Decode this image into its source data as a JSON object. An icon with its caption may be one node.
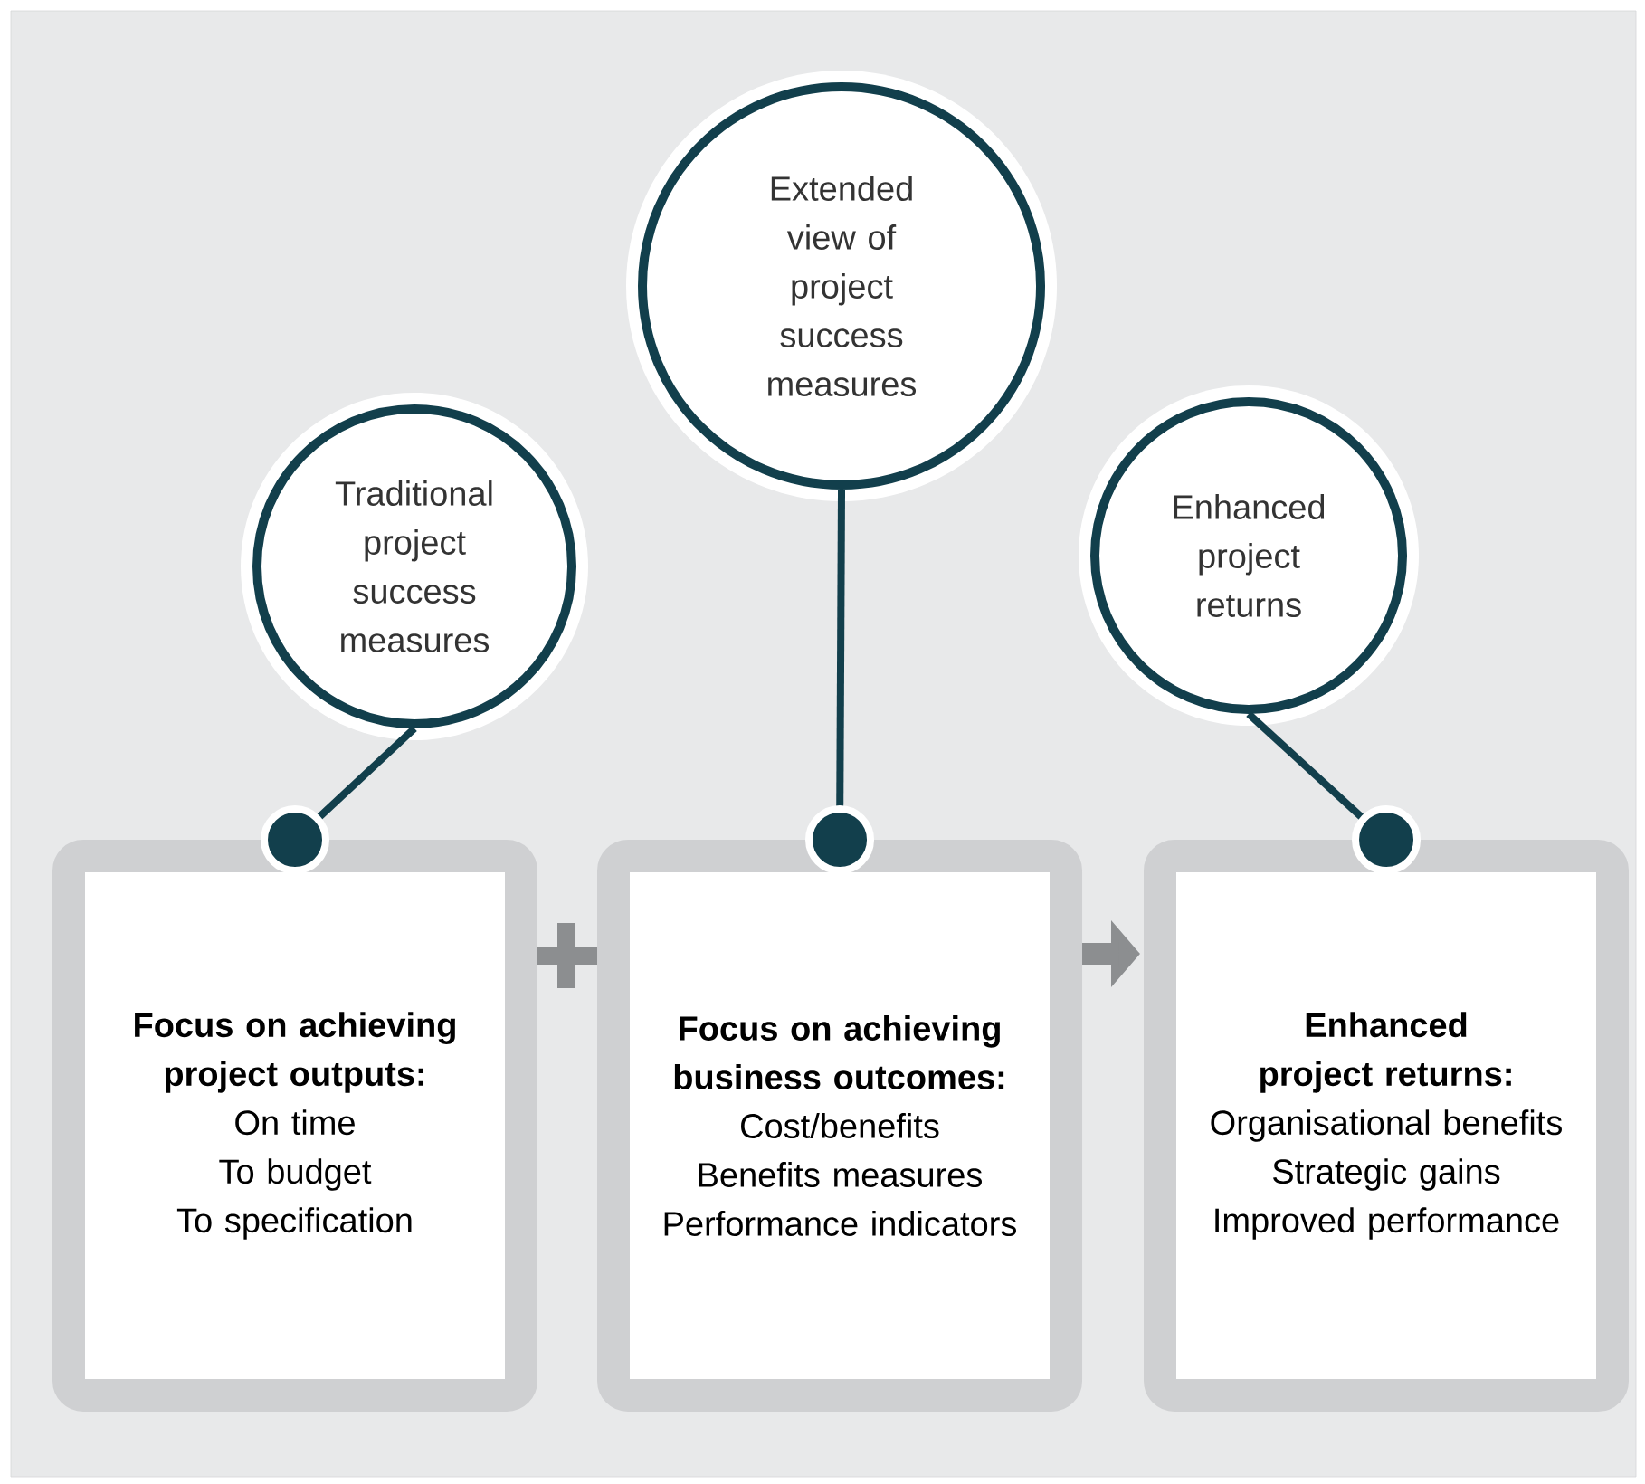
{
  "diagram": {
    "nodes": [
      {
        "text": [
          "Traditional project success measures"
        ]
      },
      {
        "text": [
          "Extended view of project success measures"
        ]
      },
      {
        "text": [
          "Enhanced project returns"
        ]
      },
      {
        "text": [
          "Focus on achieving project outputs:",
          "On time",
          "To budget",
          "To specification"
        ]
      },
      {
        "text": [
          "Focus on achieving business outcomes:",
          "Cost/benefits",
          "Benefits measures",
          "Performance indicators"
        ]
      },
      {
        "text": [
          "Enhanced project returns:",
          "Organisational benefits",
          "Strategic gains",
          "Improved performance"
        ]
      }
    ],
    "edges": [
      {
        "from": 0,
        "to": 3,
        "arrow": "other"
      },
      {
        "from": 1,
        "to": 4,
        "arrow": "other"
      },
      {
        "from": 2,
        "to": 5,
        "arrow": "other"
      },
      {
        "from": 4,
        "to": 5,
        "arrow": "to",
        "style": "thick",
        "color": "#8c8e90"
      }
    ]
  }
}
